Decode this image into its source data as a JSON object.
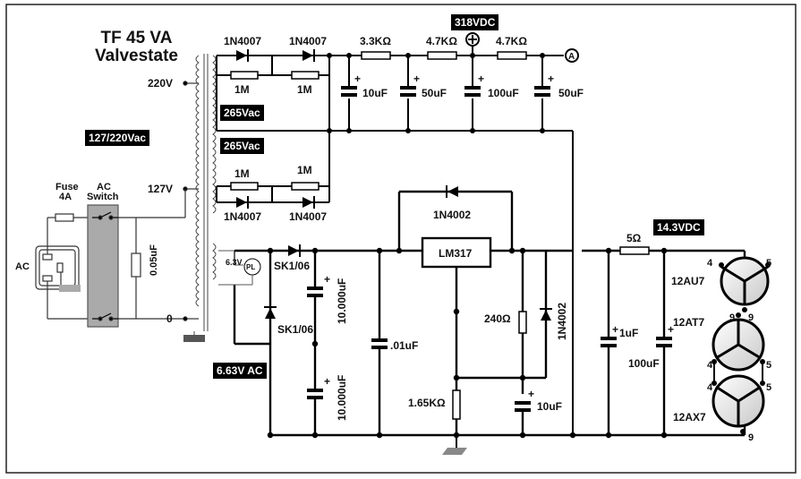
{
  "title": {
    "line1": "TF 45 VA",
    "line2": "Valvestate"
  },
  "boxed_labels": {
    "hv_dc": "318VDC",
    "mains": "127/220Vac",
    "sec_top": "265Vac",
    "sec_bottom": "265Vac",
    "heater_ac": "6.63V AC",
    "heater_dc": "14.3VDC"
  },
  "primary": {
    "tap_220": "220V",
    "tap_127": "127V",
    "tap_0": "0"
  },
  "input": {
    "ac": "AC",
    "fuse": "Fuse",
    "fuse_rating": "4A",
    "switch_l1": "AC",
    "switch_l2": "Switch",
    "cap": "0.05uF"
  },
  "hv": {
    "diode_top_left": "1N4007",
    "diode_top_right": "1N4007",
    "diode_bot_left": "1N4007",
    "diode_bot_right": "1N4007",
    "res_top_left": "1M",
    "res_top_right": "1M",
    "res_bot_left": "1M",
    "res_bot_right": "1M",
    "r1": "3.3KΩ",
    "r2": "4.7KΩ",
    "r3": "4.7KΩ",
    "c1": "10uF",
    "c2": "50uF",
    "c3": "100uF",
    "c4": "50uF",
    "node": "A"
  },
  "heater": {
    "tap": "6.3V",
    "lamp": "PL",
    "d1": "SK1/06",
    "d2": "SK1/06",
    "c1": "10.000uF",
    "c2": "10.000uF",
    "c3": ".01uF",
    "reg": "LM317",
    "d_fb": "1N4002",
    "d_shunt": "1N4002",
    "r_top": "240Ω",
    "r_bot": "1.65KΩ",
    "c_adj": "10uF",
    "r_series": "5Ω",
    "c_out1": "1uF",
    "c_out2": "100uF"
  },
  "tubes": {
    "t1": "12AU7",
    "t2": "12AT7",
    "t3": "12AX7",
    "p4a": "4",
    "p5a": "5",
    "p9a": "9",
    "p9b": "9",
    "p4b": "4",
    "p5b": "5",
    "p4c": "4",
    "p5c": "5",
    "p9c": "9"
  }
}
